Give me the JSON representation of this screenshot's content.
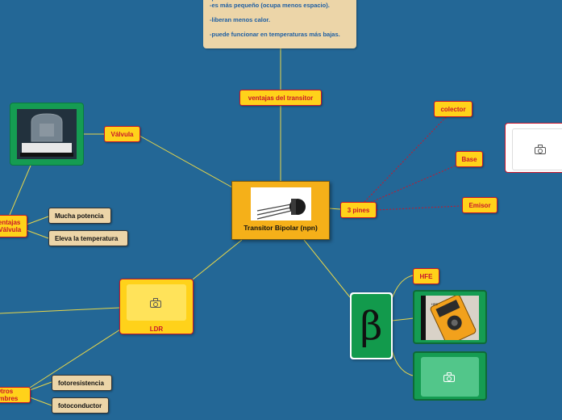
{
  "center": {
    "label": "Transitor Bipolar (npn)"
  },
  "ventajas_note": {
    "lines": "-puede durar indefinidamente .\n-es más pequeño (ocupa menos espacio).\n\n-liberan menos calor.\n\n-puede funcionar en temperaturas más bajas."
  },
  "nodes": {
    "ventajas_transistor": "ventajas del transitor",
    "valvula": "Válvula",
    "desventajas_valvula": "Desventajas\nde la Válvula",
    "mucha_potencia": "Mucha potencia",
    "eleva_temperatura": "Eleva la temperatura",
    "tres_pines": "3 pines",
    "colector": "colector",
    "base": "Base",
    "emisor": "Emisor",
    "ldr": "LDR",
    "otros_nombres": "Otros nombres",
    "fotoresistencia": "fotoresistencia",
    "fotoconductor": "fotoconductor",
    "hfe": "HFE",
    "beta": "β"
  },
  "colors": {
    "background": "#236796",
    "label_fill": "#ffd21a",
    "label_text": "#c8162c",
    "note_fill": "#ecd5a8",
    "note_text": "#1f5fa3",
    "green": "#159c52",
    "connector": "#e7d64a",
    "dashed": "#c8162c"
  },
  "icons": [
    "camera-icon"
  ]
}
